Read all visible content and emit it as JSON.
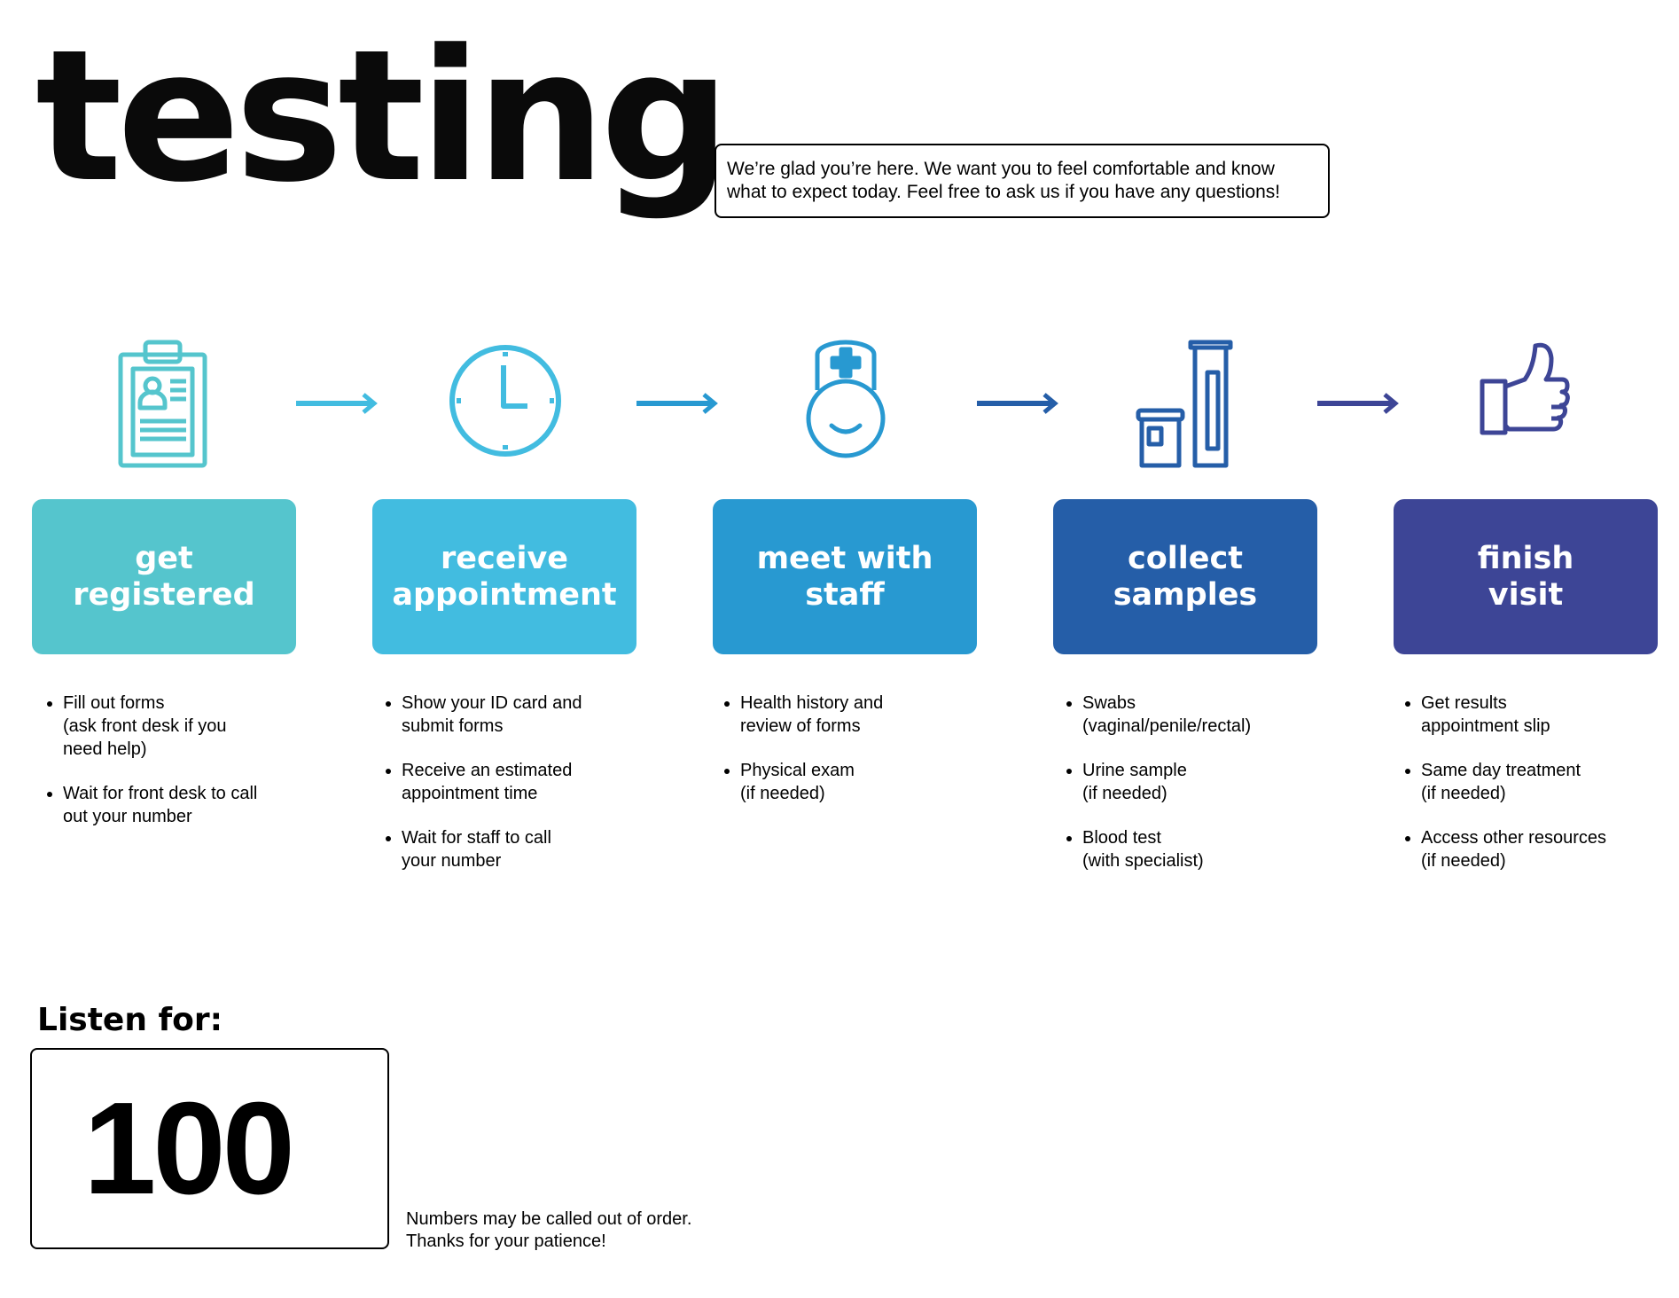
{
  "page": {
    "title": "testing",
    "intro": "We’re glad you’re here. We want you to feel comfortable and know what to expect today. Feel free to ask us if you have any questions!"
  },
  "steps": [
    {
      "label": "get\nregistered",
      "icon": "clipboard-icon",
      "color": "#55c5cd",
      "bullets": [
        "Fill out forms\n(ask front desk if you\nneed help)",
        "Wait for front desk to call\nout your number"
      ]
    },
    {
      "label": "receive\nappointment",
      "icon": "clock-icon",
      "color": "#42bce0",
      "bullets": [
        "Show your ID card and\nsubmit forms",
        "Receive an estimated\nappointment time",
        "Wait for staff to call\nyour number"
      ]
    },
    {
      "label": "meet with\nstaff",
      "icon": "nurse-icon",
      "color": "#2899d1",
      "bullets": [
        "Health history and\nreview of forms",
        "Physical exam\n(if needed)"
      ]
    },
    {
      "label": "collect\nsamples",
      "icon": "sample-containers-icon",
      "color": "#255ea8",
      "bullets": [
        "Swabs\n(vaginal/penile/rectal)",
        "Urine sample\n(if needed)",
        "Blood test\n(with specialist)"
      ]
    },
    {
      "label": "finish\nvisit",
      "icon": "thumbs-up-icon",
      "color": "#3d4596",
      "bullets": [
        "Get results\nappointment slip",
        "Same day treatment\n(if needed)",
        "Access other resources\n(if needed)"
      ]
    }
  ],
  "arrow_colors": [
    "#42bce0",
    "#2899d1",
    "#255ea8",
    "#3d4596"
  ],
  "listen": {
    "label": "Listen for:",
    "number": "100",
    "note": "Numbers may be called out of order.\nThanks for your patience!"
  }
}
